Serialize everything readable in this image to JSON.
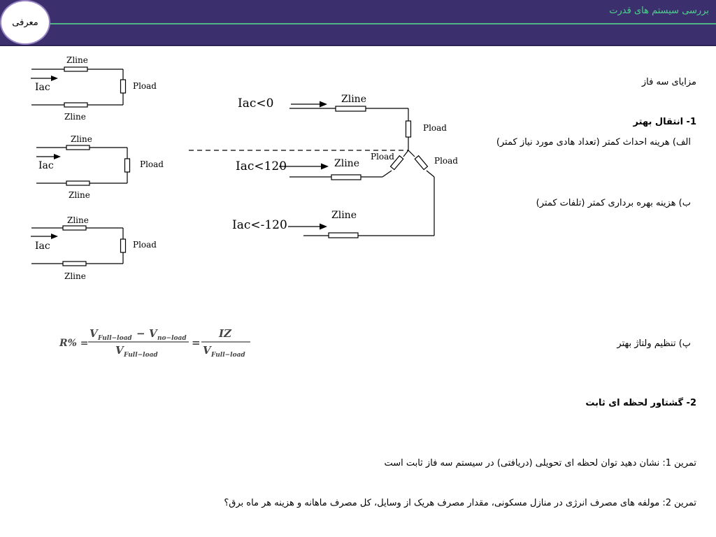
{
  "header": {
    "title": "بررسی سیستم های قدرت",
    "badge": "معرفی"
  },
  "content": {
    "heading": "مزایای سه فاز",
    "item1": "1- انتقال بهتر",
    "item1a": "الف) هرینه احداث کمتر (تعداد هادی مورد نیاز کمتر)",
    "item1b": "ب) هزینه بهره برداری کمتر (تلفات کمتر)",
    "item1c": "پ) تنظیم ولتاژ بهتر",
    "item2": "2- گشتاور لحظه ای ثابت",
    "ex1": "تمرین 1: نشان دهید توان لحظه ای تحویلی (دریافتی) در سیستم سه فاز ثابت است",
    "ex2": "تمرین 2: مولفه های مصرف انرژی در منازل مسکونی، مقدار مصرف هریک از وسایل، کل مصرف ماهانه و هزینه هر ماه برق؟"
  },
  "diagram": {
    "zline": "Zline",
    "pload": "Pload",
    "iac": "Iac",
    "iac0": "Iac<0",
    "iac120": "Iac<120",
    "iacm120": "Iac<-120"
  },
  "formula": {
    "lhs": "R% =",
    "num1": "V",
    "num1sub": "Full−load",
    "minus": " − ",
    "num2": "V",
    "num2sub": "no−load",
    "den": "V",
    "densub": "Full−load",
    "eq": "=",
    "num3": "IZ",
    "den2": "V",
    "den2sub": "Full−load"
  }
}
